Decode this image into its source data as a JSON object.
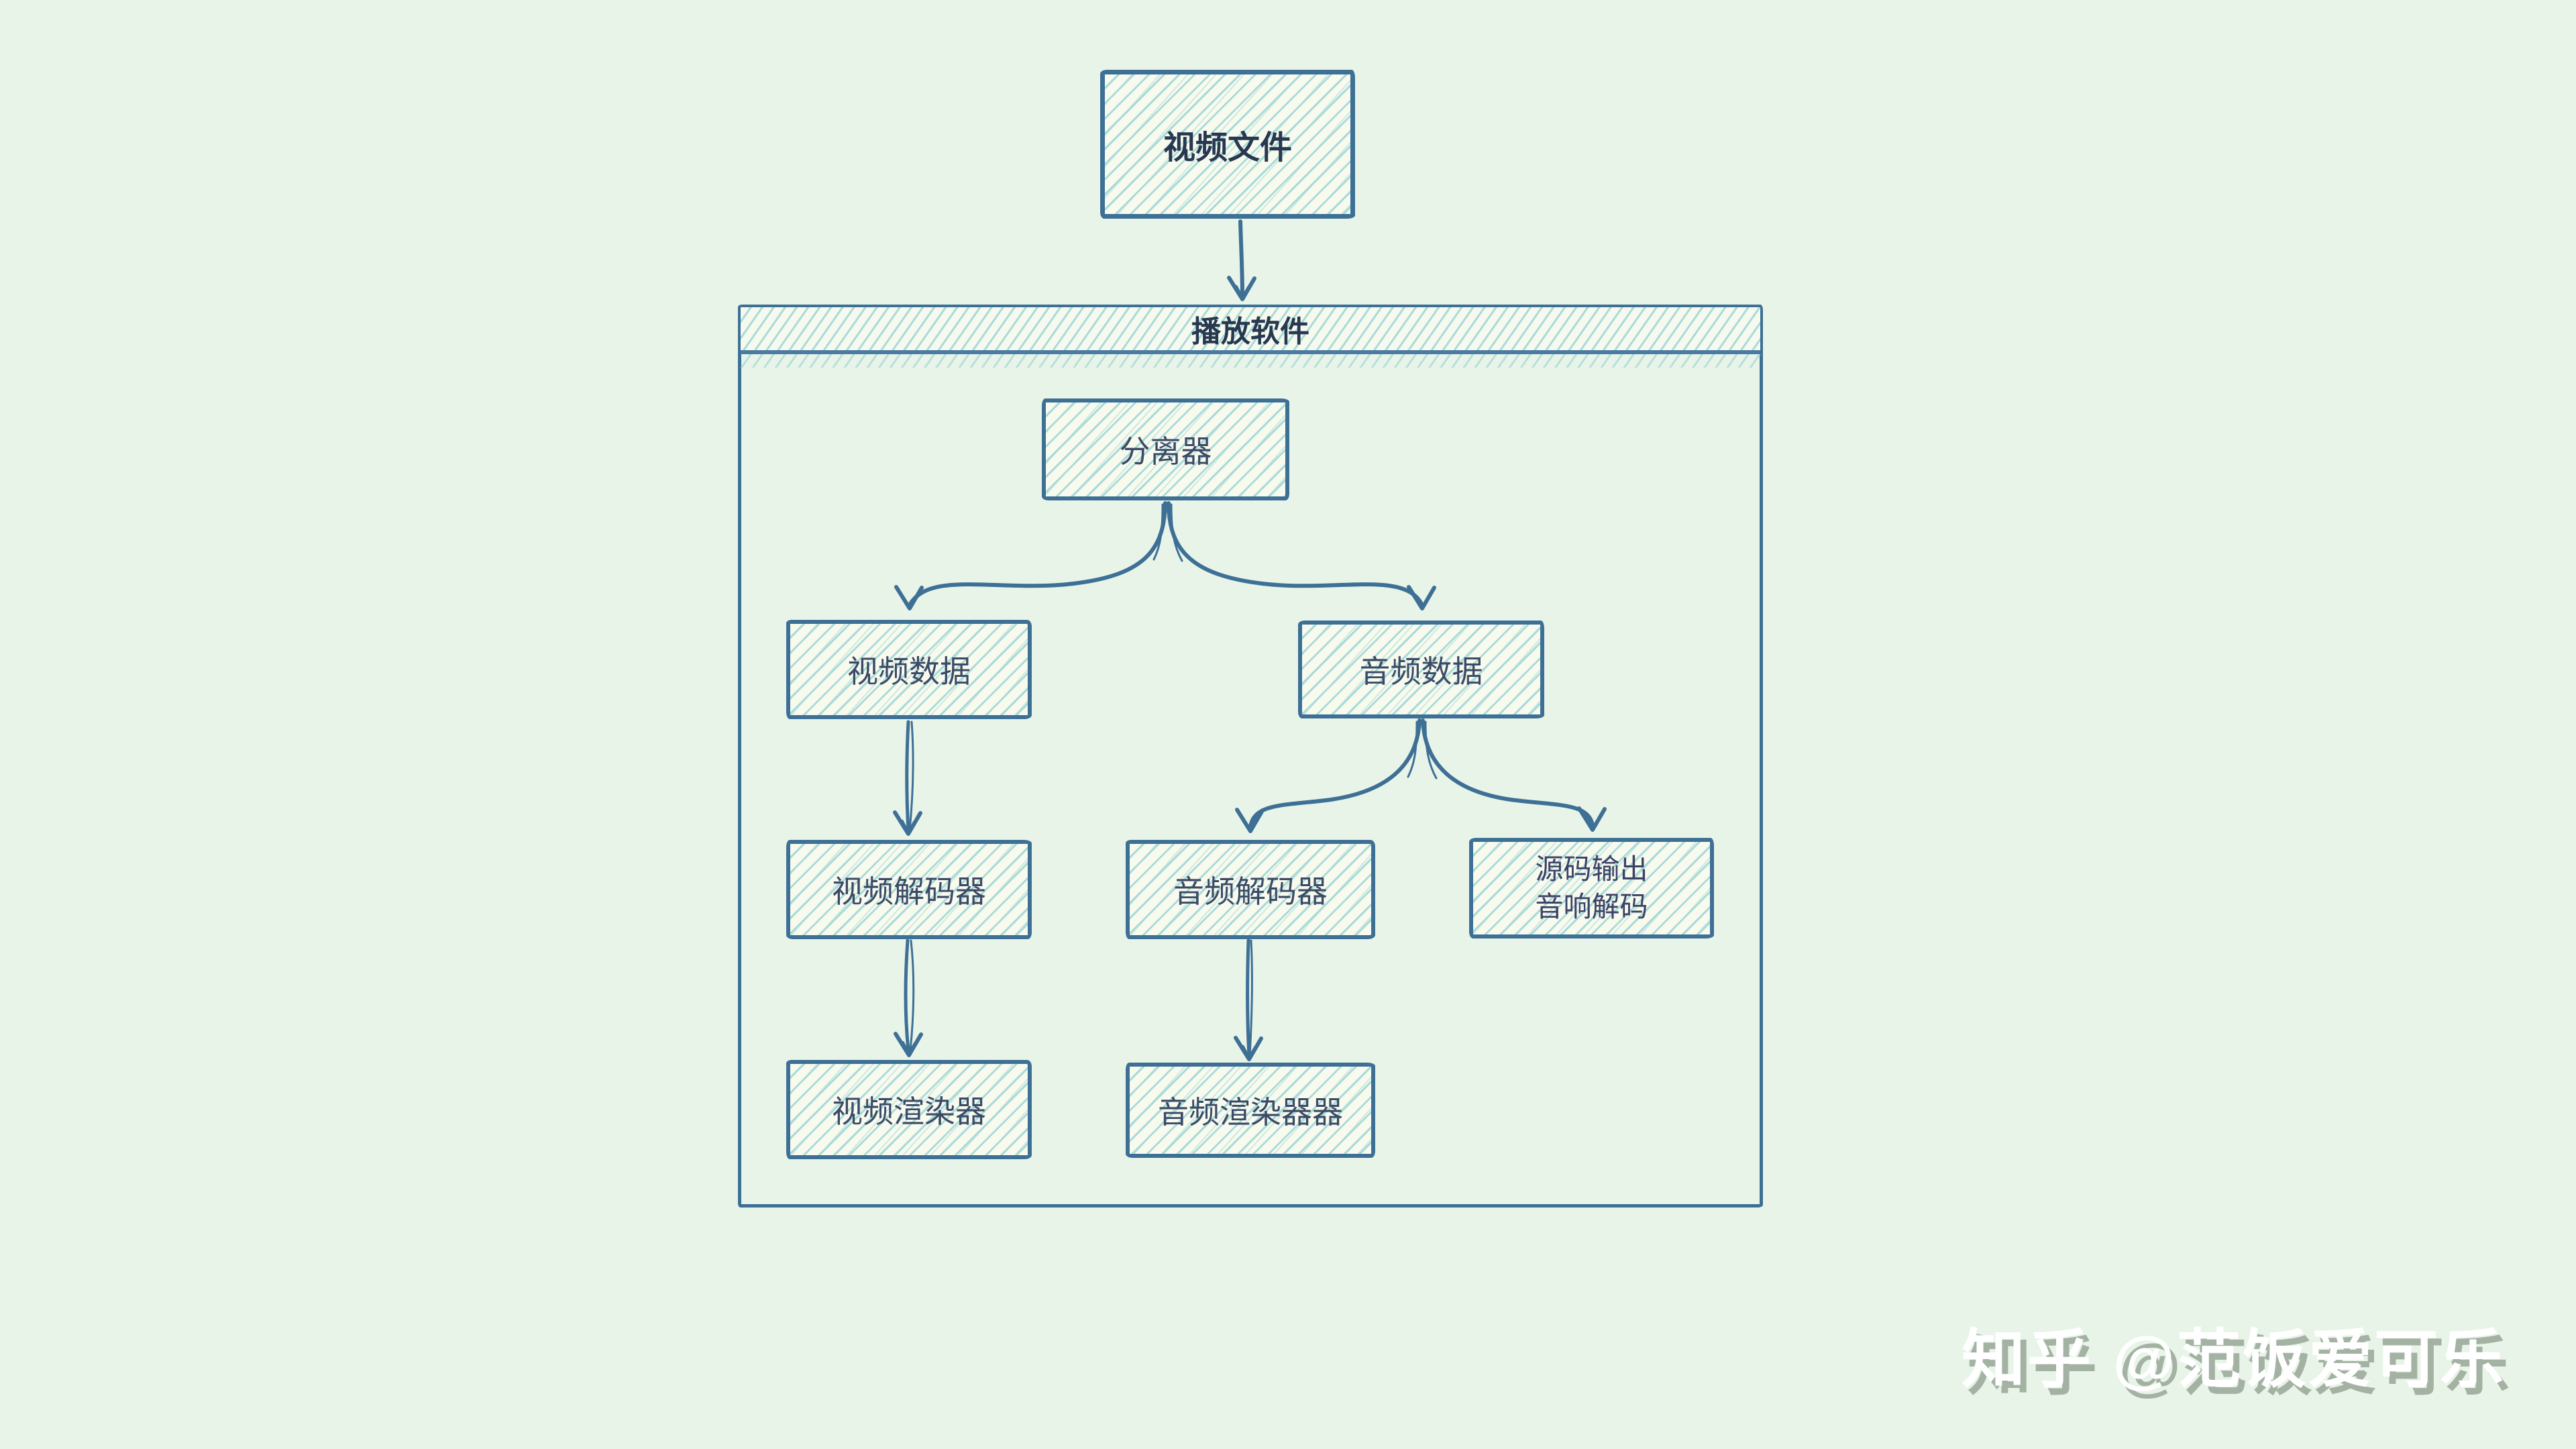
{
  "diagram": {
    "file_box": {
      "label": "视频文件"
    },
    "container": {
      "header": "播放软件"
    },
    "nodes": {
      "splitter": {
        "label": "分离器"
      },
      "video_data": {
        "label": "视频数据"
      },
      "audio_data": {
        "label": "音频数据"
      },
      "video_decoder": {
        "label": "视频解码器"
      },
      "audio_decoder": {
        "label": "音频解码器"
      },
      "source_output": {
        "line1": "源码输出",
        "line2": "音响解码"
      },
      "video_renderer": {
        "label": "视频渲染器"
      },
      "audio_renderer": {
        "label": "音频渲染器器"
      }
    },
    "edges": [
      {
        "from": "视频文件",
        "to": "播放软件"
      },
      {
        "from": "分离器",
        "to": "视频数据"
      },
      {
        "from": "分离器",
        "to": "音频数据"
      },
      {
        "from": "视频数据",
        "to": "视频解码器"
      },
      {
        "from": "音频数据",
        "to": "音频解码器"
      },
      {
        "from": "音频数据",
        "to": "源码输出音响解码"
      },
      {
        "from": "视频解码器",
        "to": "视频渲染器"
      },
      {
        "from": "音频解码器",
        "to": "音频渲染器器"
      }
    ],
    "colors": {
      "background": "#e9f4e9",
      "stroke": "#3e7096",
      "hatch": "#a9dbd8",
      "box_fill": "#f8faee",
      "node_text": "#3b4a66",
      "title_text": "#273850"
    }
  },
  "watermark": {
    "text": "知乎 @范饭爱可乐"
  }
}
